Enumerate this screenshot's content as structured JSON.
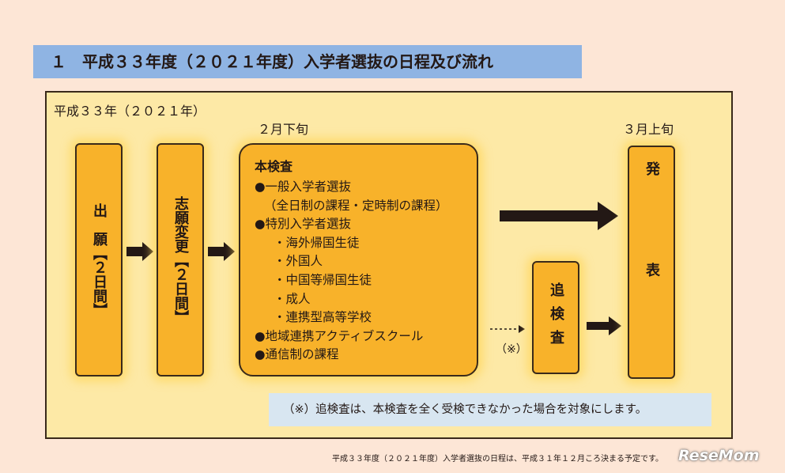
{
  "header": {
    "title": "１　平成３３年度（２０２１年度）入学者選抜の日程及び流れ"
  },
  "panel": {
    "year_label": "平成３３年（２０２１年）",
    "date_feb": "２月下旬",
    "date_mar": "３月上旬"
  },
  "flow": {
    "step1": "出　願【２日間】",
    "step2": "志願変更【２日間】",
    "main": {
      "title": "本検査",
      "lines": [
        "●一般入学者選抜",
        "（全日制の課程・定時制の課程）",
        "●特別入学者選抜",
        "・海外帰国生徒",
        "・外国人",
        "・中国等帰国生徒",
        "・成人",
        "・連携型高等学校",
        "●地域連携アクティブスクール",
        "●通信制の課程"
      ]
    },
    "followup": "追検査",
    "followup_mark": "（※）",
    "result": "発表"
  },
  "note": "（※）追検査は、本検査を全く受検できなかった場合を対象にします。",
  "footer": "平成３３年度（２０２１年度）入学者選抜の日程は、平成３１年１２月ころ決まる予定です。",
  "logo": "ReseMom",
  "colors": {
    "background": "#fde6d6",
    "panel": "#fde9a6",
    "box": "#f8b22a",
    "title_bar": "#8fb4e3",
    "note_box": "#d8e6f1"
  }
}
